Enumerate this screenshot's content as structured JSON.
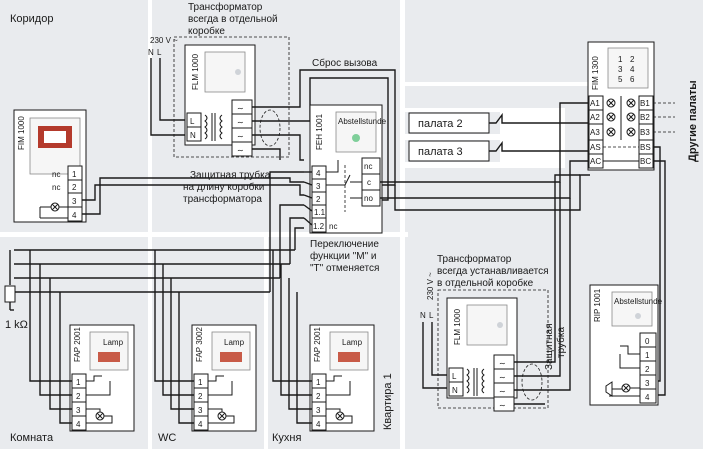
{
  "zones": {
    "corridor": "Коридор",
    "room": "Комната",
    "wc": "WC",
    "kitchen": "Кухня",
    "apartment": "Квартира 1",
    "other_wards": "Другие палаты"
  },
  "notes": {
    "transformer_top": [
      "Трансформатор",
      "всегда в отдельной",
      "коробке"
    ],
    "transformer_bottom": [
      "Трансформатор",
      "всегда устанавливается",
      "в отдельной коробке"
    ],
    "reset_call": "Сброс вызова",
    "tube": [
      "Защитная трубка",
      "на длину коробки",
      "трансформатора"
    ],
    "switching": [
      "Переключение",
      "функции \"М\" и",
      "\"Т\" отменяется"
    ],
    "tube_vertical": [
      "Защитная",
      "трубка"
    ],
    "resistor": "1 kΩ"
  },
  "supply": {
    "voltage": "230 V ~",
    "n": "N",
    "l": "L"
  },
  "devices": {
    "flm_top": {
      "name": "FLM 1000",
      "term_l": "L",
      "term_n": "N"
    },
    "flm_bottom": {
      "name": "FLM 1000",
      "term_l": "L",
      "term_n": "N"
    },
    "fim": {
      "name": "FIM 1000",
      "terms": [
        "nc",
        "nc",
        "3",
        "4"
      ],
      "term_1": "1",
      "term_2": "2"
    },
    "feh": {
      "name": "FEH 1001",
      "terms": [
        "4",
        "3",
        "2",
        "1.1",
        "1.2"
      ],
      "term_nc": "nc",
      "right_terms": [
        "nc",
        "c",
        "no"
      ],
      "screen": "Abstellstunde"
    },
    "fim1300": {
      "name": "FIM 1300",
      "left_terms": [
        "A1",
        "A2",
        "A3",
        "AS",
        "AC"
      ],
      "right_terms": [
        "B1",
        "B2",
        "B3",
        "BS",
        "BC"
      ],
      "screen": [
        "1",
        "2",
        "3",
        "4",
        "5",
        "6"
      ]
    },
    "fap_room": {
      "name": "FAP 2001",
      "terms": [
        "1",
        "2",
        "3",
        "4"
      ],
      "screen": "Lamp"
    },
    "fap_wc": {
      "name": "FAP 3002",
      "terms": [
        "1",
        "2",
        "3",
        "4"
      ],
      "screen": "Lamp"
    },
    "fap_kitchen": {
      "name": "FAP 2001",
      "terms": [
        "1",
        "2",
        "3",
        "4"
      ],
      "screen": "Lamp"
    },
    "rip": {
      "name": "RIP 1001",
      "terms": [
        "0",
        "1",
        "2",
        "3",
        "4"
      ],
      "screen": "Abstellstunde"
    }
  },
  "wards": {
    "ward2": "палата 2",
    "ward3": "палата 3"
  }
}
